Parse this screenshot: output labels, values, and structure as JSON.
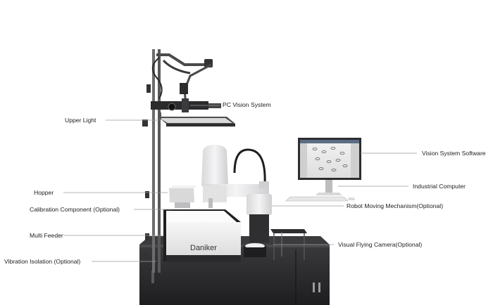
{
  "labels": {
    "pc_vision_system": "PC Vision System",
    "upper_light": "Upper Light",
    "vision_system_software": "Vision System Software",
    "industrial_computer": "Industrial Computer",
    "hopper": "Hopper",
    "robot_moving_mechanism": "Robot Moving Mechanism(Optional)",
    "calibration_component": "Calibration Component (Optional)",
    "multi_feeder": "Multi Feeder",
    "visual_flying_camera": "Visual Flying Camera(Optional)",
    "vibration_isolation": "Vibration Isolation (Optional)"
  },
  "brand": {
    "logo_text": "Daniker"
  },
  "colors": {
    "label_text": "#222222",
    "leader_line": "#9a9a9a",
    "cabinet": "#2b2b2d",
    "robot": "#e9e9ea",
    "frame": "#4a4a4c"
  }
}
